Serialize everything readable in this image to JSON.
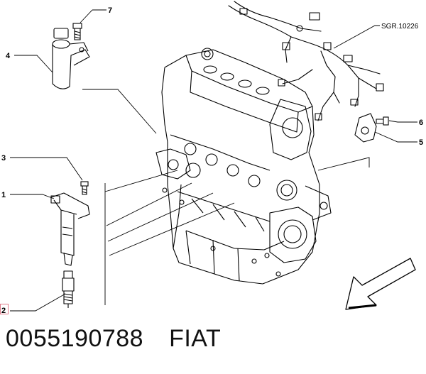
{
  "diagram": {
    "reference_code": "SGR.10226",
    "callouts": {
      "c1": "1",
      "c2": "2",
      "c3": "3",
      "c4": "4",
      "c5": "5",
      "c6": "6",
      "c7": "7"
    }
  },
  "caption": {
    "part_number": "0055190788",
    "brand": "FIAT"
  }
}
